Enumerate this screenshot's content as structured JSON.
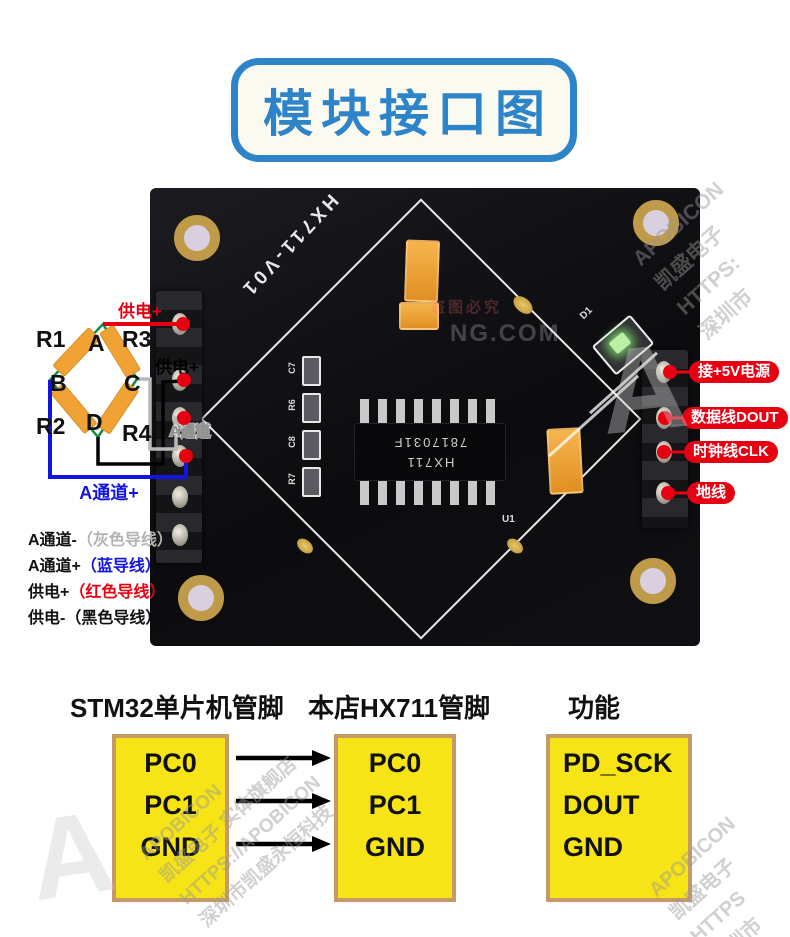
{
  "title": "模块接口图",
  "board": {
    "silkscreen": "HX711-V01",
    "chip_line1": "HX711",
    "chip_line2": "7817031F",
    "labels": {
      "c7": "C7",
      "r6": "R6",
      "c8": "C8",
      "r7": "R7",
      "d1": "D1",
      "u1": "U1"
    }
  },
  "bridge": {
    "r1": "R1",
    "r3": "R3",
    "r2": "R2",
    "r4": "R4",
    "node_a": "A",
    "node_b": "B",
    "node_c": "C",
    "node_d": "D",
    "label_supply_red": "供电+",
    "label_supply_black": "供电+",
    "label_channel_gray": "A通道",
    "label_channel_blue": "A通道+"
  },
  "legend": {
    "rows": [
      {
        "pin": "A通道-",
        "desc": "（灰色导线）"
      },
      {
        "pin": "A通道+",
        "desc": "（蓝导线）"
      },
      {
        "pin": "供电+",
        "desc": "（红色导线）"
      },
      {
        "pin": "供电-",
        "desc": "（黑色导线）"
      }
    ]
  },
  "callouts": {
    "pin1": "接+5V电源",
    "pin2": "数据线DOUT",
    "pin3": "时钟线CLK",
    "pin4": "地线"
  },
  "pin_table": {
    "col1_header": "STM32单片机管脚",
    "col2_header": "本店HX711管脚",
    "col3_header": "功能",
    "col1": [
      "PC0",
      "PC1",
      "GND"
    ],
    "col2": [
      "PC0",
      "PC1",
      "GND"
    ],
    "col3": [
      "PD_SCK",
      "DOUT",
      "GND"
    ]
  },
  "watermarks": {
    "top_right_lines": [
      "APOBICON",
      "凯盛电子",
      "HTTPS:",
      "深圳市"
    ],
    "bottom_left_lines": [
      "APOBICON",
      "凯盛电子 实体旗舰店",
      "HTTPS://APOBICON",
      "深圳市凯盛永恒科技"
    ],
    "bottom_right_lines": [
      "APOBICON",
      "凯盛电子",
      "HTTPS",
      "深圳市"
    ],
    "board_domain": "NG.COM",
    "notice": "盗图必究",
    "logo_letter": "A"
  },
  "colors": {
    "accent_blue": "#2e84c8",
    "callout_red": "#e60012",
    "wire_blue": "#1414e0",
    "wire_gray": "#b9b9b9",
    "wire_black": "#000000",
    "bridge_green": "#0e8f3f",
    "resistor_orange": "#f0a235",
    "box_yellow": "#f6e416",
    "box_border": "#c6996a"
  }
}
